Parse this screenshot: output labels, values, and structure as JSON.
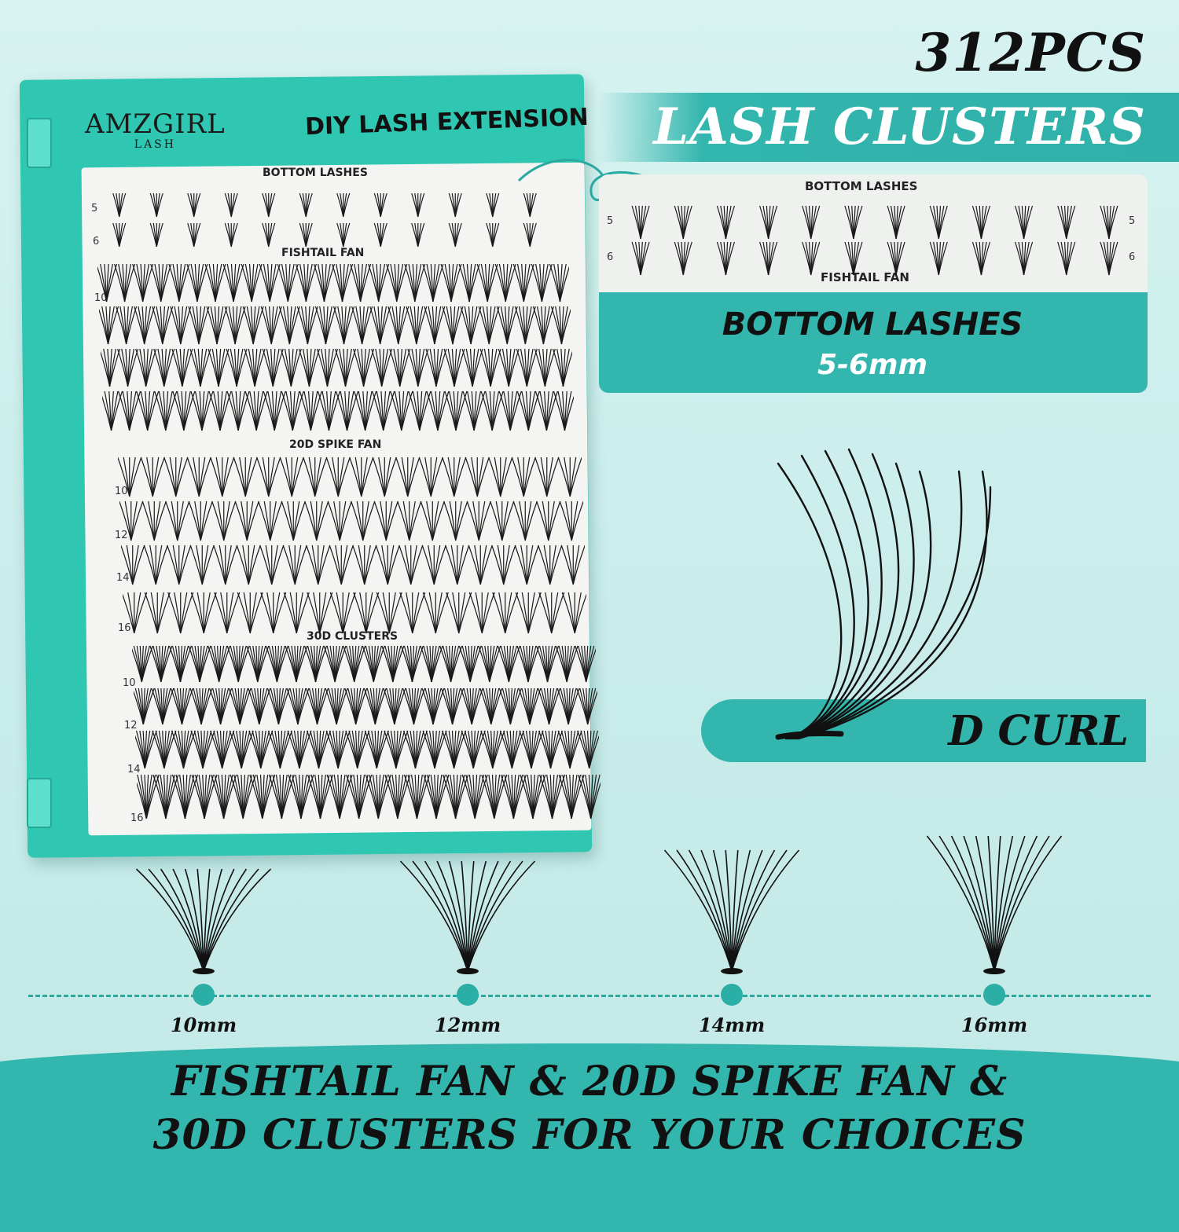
{
  "header": {
    "count": "312PCS",
    "title": "LASH CLUSTERS"
  },
  "tray": {
    "brand": "AMZGIRL",
    "brand_sub": "LASH",
    "product": "DIY LASH EXTENSION",
    "sections": [
      "BOTTOM LASHES",
      "FISHTAIL FAN",
      "20D SPIKE FAN",
      "30D CLUSTERS"
    ],
    "bottom_row_numbers": [
      "5",
      "6"
    ],
    "row_numbers": [
      "10",
      "12",
      "14",
      "16"
    ]
  },
  "bottom_lashes_panel": {
    "label_top": "BOTTOM LASHES",
    "label_bottom": "FISHTAIL FAN",
    "row_numbers": [
      "5",
      "6"
    ],
    "title": "BOTTOM LASHES",
    "size": "5-6mm"
  },
  "curl": {
    "label": "D CURL"
  },
  "lengths": [
    "10mm",
    "12mm",
    "14mm",
    "16mm"
  ],
  "footer": {
    "line1": "FISHTAIL FAN & 20D SPIKE FAN &",
    "line2": "30D CLUSTERS FOR YOUR CHOICES"
  },
  "colors": {
    "accent": "#33b6ae",
    "tray": "#2fc7b2",
    "text": "#111111"
  }
}
